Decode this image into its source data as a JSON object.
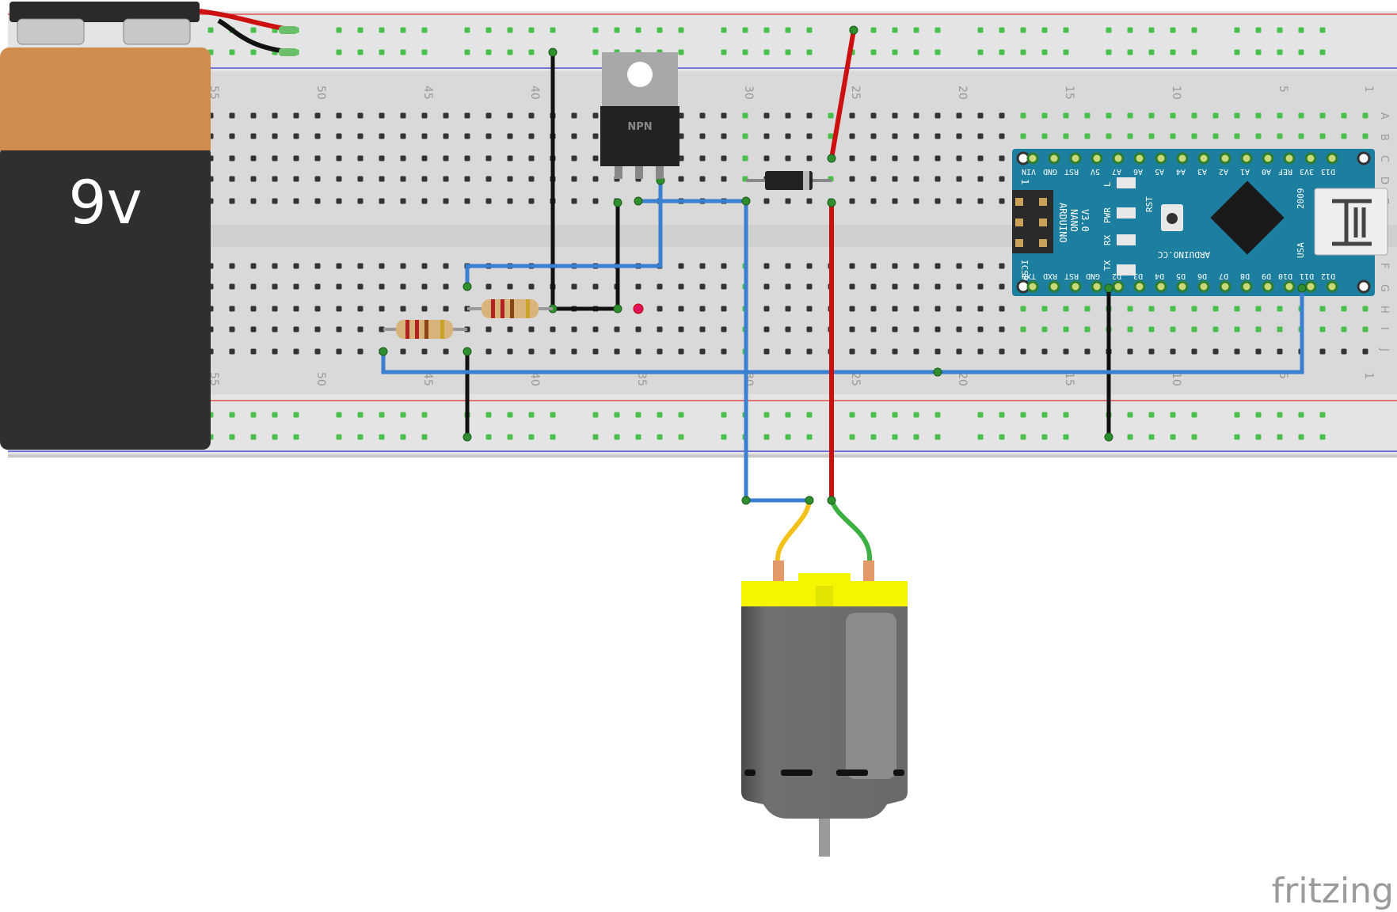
{
  "breadboard": {
    "column_numbers": [
      "1",
      "5",
      "10",
      "15",
      "20",
      "25",
      "30",
      "35",
      "40",
      "45",
      "50",
      "55"
    ],
    "row_letters_top": [
      "A",
      "B",
      "C",
      "D",
      "E"
    ],
    "row_letters_bottom": [
      "F",
      "G",
      "H",
      "I",
      "J"
    ]
  },
  "battery": {
    "label": "9v",
    "colors": {
      "cap": "#d08c4f",
      "body": "#2f2f2f"
    }
  },
  "transistor": {
    "label": "NPN"
  },
  "arduino": {
    "name_lines": [
      "ARDUINO",
      "NANO",
      "V3.0"
    ],
    "site": "ARDUINO.CC",
    "top_pins": [
      "D13",
      "3V3",
      "REF",
      "A0",
      "A1",
      "A2",
      "A3",
      "A4",
      "A5",
      "A6",
      "A7",
      "5V",
      "RST",
      "GND",
      "VIN"
    ],
    "bottom_pins": [
      "D12",
      "D11",
      "D10",
      "D9",
      "D8",
      "D7",
      "D6",
      "D5",
      "D4",
      "D3",
      "D2",
      "GND",
      "RST",
      "RXD",
      "TXD"
    ],
    "icsp_label": "ICSP",
    "pin1_label": "1",
    "leds": [
      "L",
      "PWR",
      "RX",
      "TX"
    ],
    "rst_label": "RST",
    "usa_label": "USA",
    "year_label": "2009",
    "colors": {
      "pcb": "#1d7fa0"
    }
  },
  "watermark": "fritzing",
  "wire_colors": {
    "red": "#cc1010",
    "black": "#111111",
    "blue": "#3a7fd0",
    "yellow": "#f3c21a",
    "green": "#3cb043"
  }
}
